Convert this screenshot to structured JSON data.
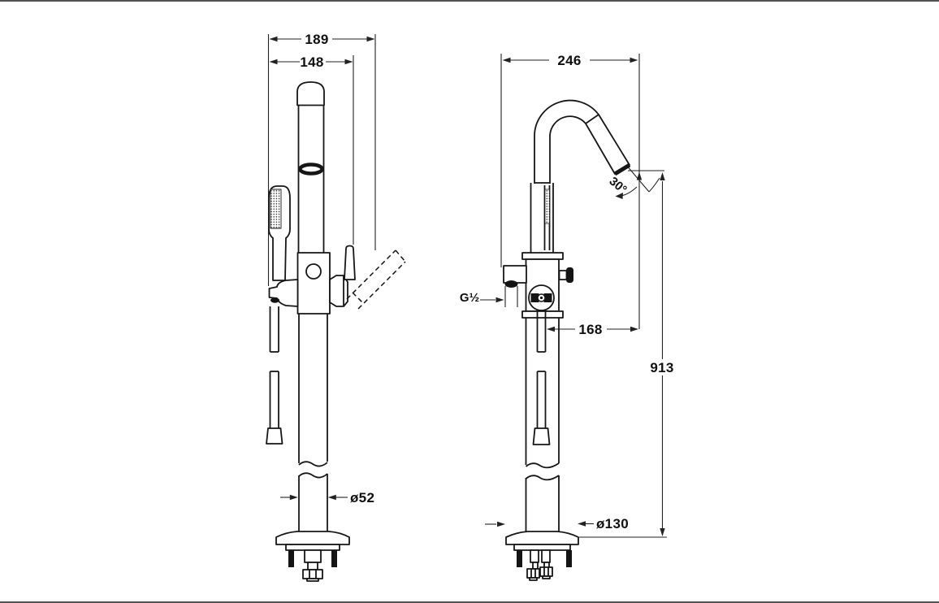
{
  "page": {
    "background": "#ffffff",
    "line_color": "#161616",
    "dim_line_color": "#222222"
  },
  "drawing": {
    "title": "Freestanding bath shower mixer with hand shower - dimensional technical drawing",
    "views": {
      "front": "front elevation with hand shower and lever",
      "side": "side elevation with curved spout"
    },
    "dimensions": {
      "front_overall_width": "189",
      "front_body_width": "148",
      "side_spout_depth": "246",
      "spout_angle": "30°",
      "hose_connection_thread": "G½",
      "spout_projection": "168",
      "overall_height": "913",
      "column_diameter": "ø52",
      "base_diameter": "ø130"
    }
  }
}
